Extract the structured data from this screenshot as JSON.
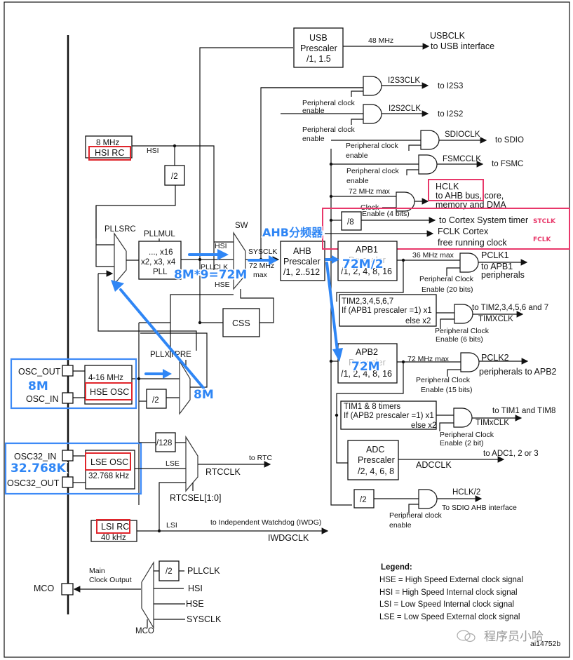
{
  "figure_id": "ai14752b",
  "watermark": "程序员小哈",
  "sources": {
    "hsi": {
      "freq": "8 MHz",
      "name": "HSI RC",
      "signal": "HSI",
      "div": "/2"
    },
    "hse": {
      "freq": "4-16 MHz",
      "name": "HSE OSC",
      "pin_out": "OSC_OUT",
      "pin_in": "OSC_IN",
      "div": "/2"
    },
    "lse": {
      "name": "LSE OSC",
      "freq": "32.768 kHz",
      "pin_in": "OSC32_IN",
      "pin_out": "OSC32_OUT",
      "signal": "LSE"
    },
    "lsi": {
      "name": "LSI RC",
      "freq": "40 kHz",
      "signal": "LSI"
    }
  },
  "pll": {
    "src_label": "PLLSRC",
    "mul_label": "PLLMUL",
    "mul_values_line1": "..., x16",
    "mul_values_line2": "x2, x3, x4",
    "block_name": "PLL",
    "xtpre_label": "PLLXTPRE",
    "pllclk": "PLLCLK"
  },
  "sw": {
    "label": "SW",
    "in_hsi": "HSI",
    "in_pll": "PLLCLK",
    "in_hse": "HSE",
    "out": "SYSCLK",
    "max_line1": "72 MHz",
    "max_line2": "max"
  },
  "css": "CSS",
  "usb": {
    "line1": "USB",
    "line2": "Prescaler",
    "line3": "/1, 1.5",
    "freq": "48 MHz",
    "out1": "USBCLK",
    "out2": "to USB interface"
  },
  "ahb": {
    "line1": "AHB",
    "line2": "Prescaler",
    "line3": "/1, 2..512"
  },
  "outputs": {
    "i2s3": {
      "clk": "I2S3CLK",
      "to": "to I2S3",
      "en": [
        "Peripheral clock",
        "enable"
      ]
    },
    "i2s2": {
      "clk": "I2S2CLK",
      "to": "to I2S2",
      "en": [
        "Peripheral clock",
        "enable"
      ]
    },
    "sdio": {
      "clk": "SDIOCLK",
      "to": "to SDIO",
      "en": [
        "Peripheral clock",
        "enable"
      ]
    },
    "fsmc": {
      "clk": "FSMCCLK",
      "to": "to FSMC",
      "en": [
        "Peripheral clock",
        "enable"
      ]
    },
    "hclk": {
      "max": "72 MHz max",
      "en1": "Clock",
      "en2": "Enable (4 bits)",
      "l1": "HCLK",
      "l2": "to AHB bus, core,",
      "l3": "memory and DMA"
    },
    "systick": {
      "div": "/8",
      "to": "to Cortex System timer"
    },
    "fclk": {
      "l1": "FCLK Cortex",
      "l2": "free running clock"
    }
  },
  "apb1": {
    "line1": "APB1",
    "line2": "Prescaler",
    "line3": "/1, 2, 4, 8, 16",
    "max": "36 MHz max",
    "pclk": "PCLK1",
    "to1": "to APB1",
    "to2": "peripherals",
    "en1": "Peripheral Clock",
    "en2": "Enable (20 bits)",
    "tim_l1": "TIM2,3,4,5,6,7",
    "tim_l2": "If (APB1 prescaler =1) x1",
    "tim_l3": "else  x2",
    "tim_to": "to TIM2,3,4,5,6 and 7",
    "tim_clk": "TIMXCLK",
    "tim_en1": "Peripheral Clock",
    "tim_en2": "Enable (6 bits)"
  },
  "apb2": {
    "line1": "APB2",
    "line2": "Prescaler",
    "line3": "/1, 2, 4, 8, 16",
    "max": "72 MHz max",
    "pclk": "PCLK2",
    "to": "peripherals to APB2",
    "en1": "Peripheral Clock",
    "en2": "Enable (15 bits)",
    "tim_l1": "TIM1 & 8 timers",
    "tim_l2": "If (APB2 prescaler =1) x1",
    "tim_l3": "else x2",
    "tim_to": "to TIM1 and TIM8",
    "tim_clk": "TIMxCLK",
    "tim_en1": "Peripheral Clock",
    "tim_en2": "Enable (2 bit)"
  },
  "adc": {
    "l1": "ADC",
    "l2": "Prescaler",
    "l3": "/2, 4, 6, 8",
    "to": "to ADC1, 2 or 3",
    "clk": "ADCCLK"
  },
  "sdio_ahb": {
    "div": "/2",
    "clk": "HCLK/2",
    "to": "To SDIO AHB interface",
    "en1": "Peripheral clock",
    "en2": "enable"
  },
  "rtc": {
    "div": "/128",
    "to": "to RTC",
    "clk": "RTCCLK",
    "sel": "RTCSEL[1:0]"
  },
  "iwdg": {
    "to": "to Independent Watchdog (IWDG)",
    "clk": "IWDGCLK"
  },
  "mco": {
    "pin": "MCO",
    "label1": "Main",
    "label2": "Clock Output",
    "mux": "MCO",
    "div": "/2",
    "inputs": [
      "PLLCLK",
      "HSI",
      "HSE",
      "SYSCLK"
    ]
  },
  "legend": {
    "title": "Legend:",
    "items": [
      "HSE = High Speed External clock signal",
      "HSI = High Speed Internal clock signal",
      "LSI = Low Speed Internal clock signal",
      "LSE = Low Speed External clock signal"
    ]
  },
  "annotations": {
    "ahb_divider": "AHB分频器",
    "pll_calc": "8M*9=72M",
    "apb1_calc": "72M/2",
    "apb2_calc": "72M",
    "hse_value": "8M",
    "xtpre_value": "8M",
    "lse_value": "32.768K",
    "stclk": "STCLK",
    "fclk": "FCLK",
    "colors": {
      "blue": "#2f86f5",
      "pink": "#e8386a",
      "red": "#e0252b"
    }
  }
}
